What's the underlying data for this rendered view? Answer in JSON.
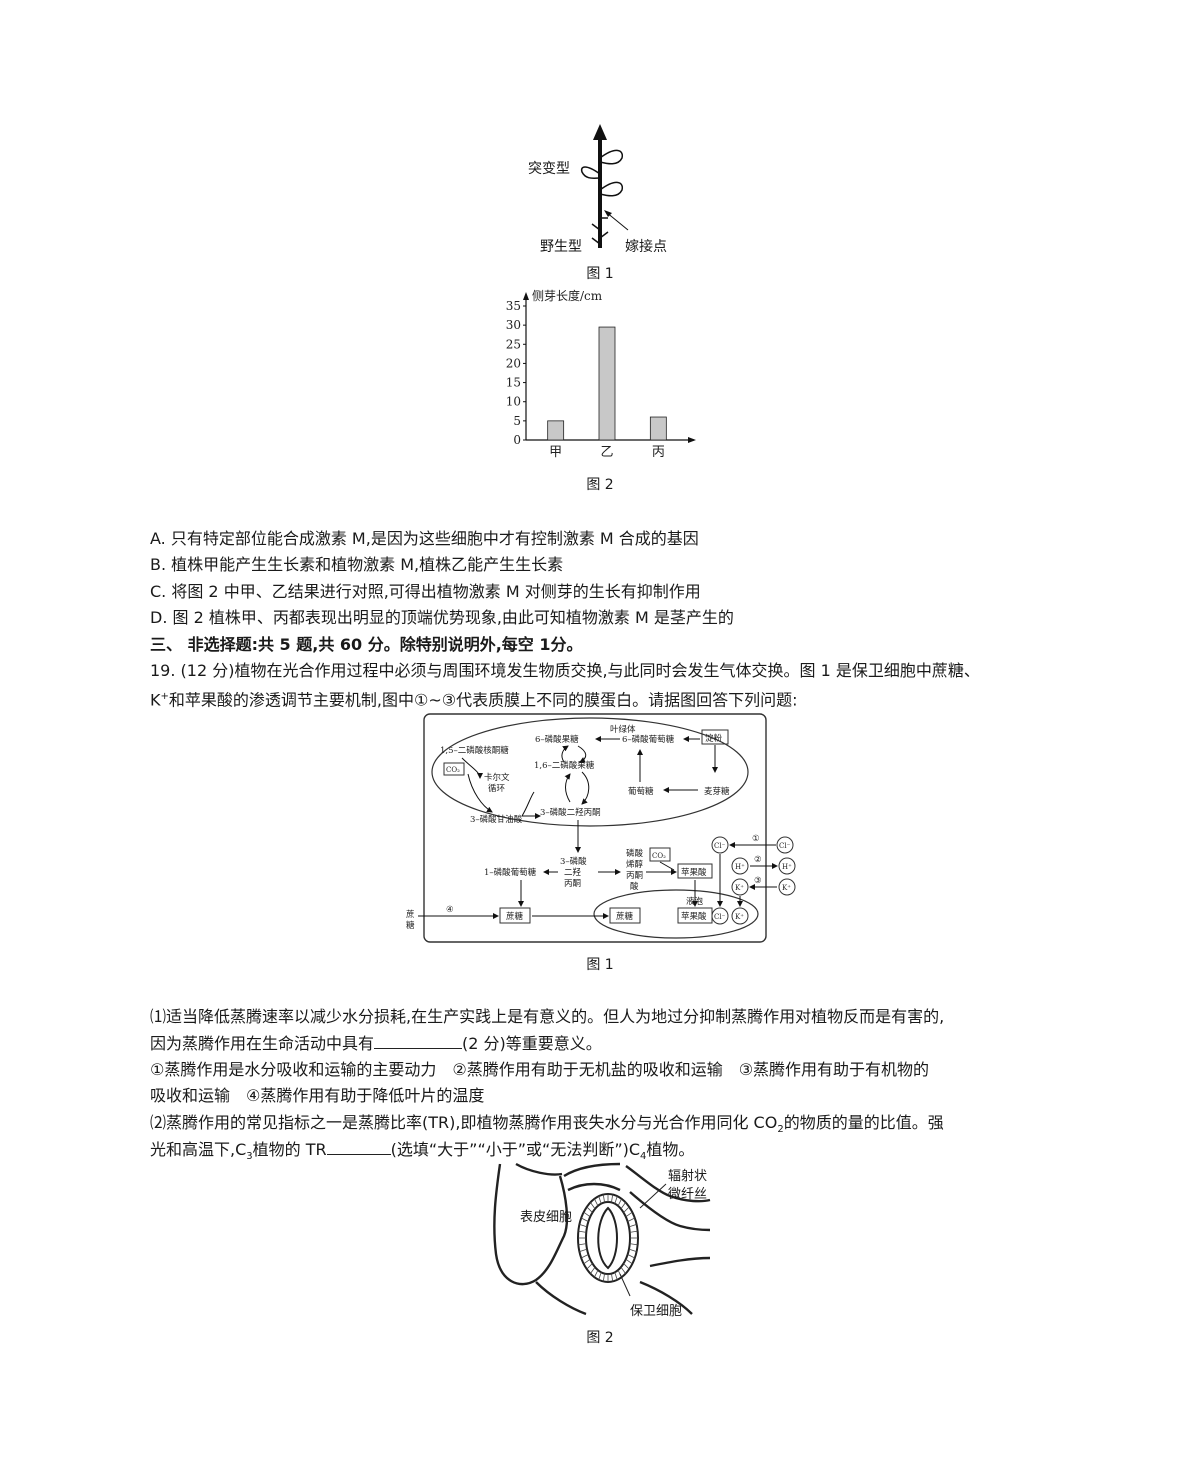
{
  "fig1_top": {
    "label_mutant": "突变型",
    "label_wild": "野生型",
    "label_graft": "嫁接点",
    "caption": "图 1"
  },
  "fig2_top": {
    "caption": "图 2",
    "chart_data": {
      "type": "bar",
      "categories": [
        "甲",
        "乙",
        "丙"
      ],
      "values": [
        5,
        29.5,
        6
      ],
      "ylabel": "侧芽长度/cm",
      "ylim": [
        0,
        35
      ],
      "yticks": [
        0,
        5,
        10,
        15,
        20,
        25,
        30,
        35
      ],
      "bar_color": "#c8c8c8"
    }
  },
  "options": {
    "a": "A. 只有特定部位能合成激素 M,是因为这些细胞中才有控制激素 M 合成的基因",
    "b": "B. 植株甲能产生生长素和植物激素 M,植株乙能产生生长素",
    "c": "C. 将图 2 中甲、乙结果进行对照,可得出植物激素 M 对侧芽的生长有抑制作用",
    "d": "D. 图 2 植株甲、丙都表现出明显的顶端优势现象,由此可知植物激素 M 是茎产生的"
  },
  "section3": "三、 非选择题:共 5 题,共 60 分。除特别说明外,每空 1分。",
  "q19": {
    "line1": "19. (12 分)植物在光合作用过程中必须与周围环境发生物质交换,与此同时会发生气体交换。图 1 是保卫细胞中蔗糖、",
    "line2_k": "K",
    "line2_plus": "+",
    "line2_rest": "和苹果酸的渗透调节主要机制,图中①~③代表质膜上不同的膜蛋白。请据图回答下列问题:"
  },
  "diagram": {
    "chloroplast": "叶绿体",
    "rubp": "1,5–二磷酸核酮糖",
    "co2_in": "CO₂",
    "calvin1": "卡尔文",
    "calvin2": "循环",
    "pga": "3–磷酸甘油酸",
    "f6p": "6–磷酸果糖",
    "fbp": "1,6–二磷酸果糖",
    "dhap": "3–磷酸二羟丙酮",
    "g6p": "6–磷酸葡萄糖",
    "starch": "淀粉",
    "glucose": "葡萄糖",
    "maltose": "麦芽糖",
    "g1p": "1–磷酸葡萄糖",
    "dhap_out1": "3–磷酸",
    "dhap_out2": "二羟",
    "dhap_out3": "丙酮",
    "pep1": "磷酸",
    "pep2": "烯醇",
    "pep3": "丙酮",
    "pep4": "酸",
    "co2_pep": "CO₂",
    "malate": "苹果酸",
    "vacuole": "液泡",
    "sucrose_ext1": "蔗",
    "sucrose_ext2": "糖",
    "p4": "④",
    "sucrose_cyt": "蔗糖",
    "sucrose_vac": "蔗糖",
    "malate_vac": "苹果酸",
    "p1": "①",
    "p2": "②",
    "p3": "③",
    "cl": "Cl⁻",
    "h": "H⁺",
    "k": "K⁺",
    "caption": "图 1"
  },
  "sub1": {
    "line1": "⑴适当降低蒸腾速率以减少水分损耗,在生产实践上是有意义的。但人为地过分抑制蒸腾作用对植物反而是有害的,",
    "line2a": "因为蒸腾作用在生命活动中具有",
    "line2b": "(2 分)等重要意义。",
    "opt1": "①蒸腾作用是水分吸收和运输的主要动力　②蒸腾作用有助于无机盐的吸收和运输　③蒸腾作用有助于有机物的",
    "opt2": "吸收和运输　④蒸腾作用有助于降低叶片的温度"
  },
  "sub2": {
    "line1a": "⑵蒸腾作用的常见指标之一是蒸腾比率(TR),即植物蒸腾作用丧失水分与光合作用同化 CO",
    "line1sub": "2",
    "line1b": "的物质的量的比值。强",
    "line2a": "光和高温下,C",
    "line2sub1": "3",
    "line2b": "植物的 TR",
    "line2c": "(选填“大于”“小于”或“无法判断”)C",
    "line2sub2": "4",
    "line2d": "植物。"
  },
  "fig2_bottom": {
    "label_epidermis": "表皮细胞",
    "label_fiber1": "辐射状",
    "label_fiber2": "微纤丝",
    "label_guard": "保卫细胞",
    "caption": "图 2"
  }
}
